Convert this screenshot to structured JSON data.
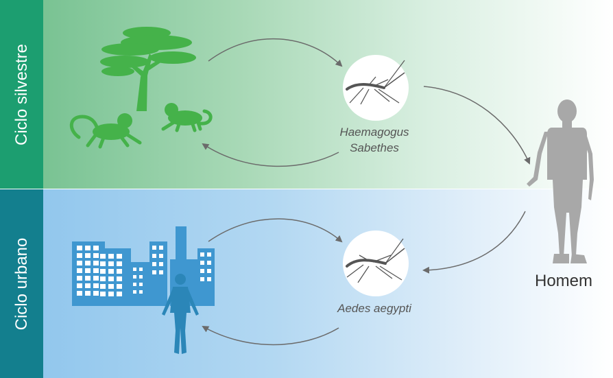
{
  "cycles": {
    "sylvatic": {
      "title": "Ciclo silvestre",
      "vector_line1": "Haemagogus",
      "vector_line2": "Sabethes"
    },
    "urban": {
      "title": "Ciclo urbano",
      "vector": "Aedes aegypti"
    }
  },
  "host": {
    "label": "Homem"
  },
  "colors": {
    "sylvatic_accent": "#1c9e70",
    "urban_accent": "#137f8e",
    "tree_monkey_green": "#45b24a",
    "city_blue": "#3f97d0",
    "human_gray": "#a8a8a8",
    "arrow_gray": "#6b6b6b"
  },
  "icons": [
    "tree-icon",
    "monkey-icon",
    "mosquito-icon",
    "city-icon",
    "person-icon"
  ]
}
